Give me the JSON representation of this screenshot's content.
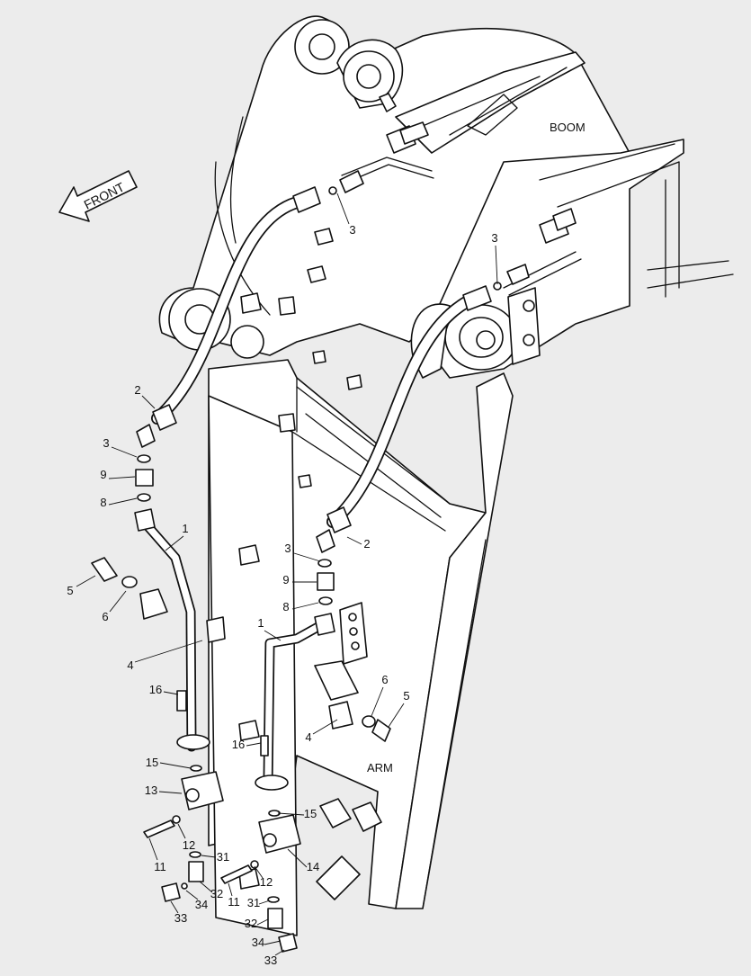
{
  "diagram": {
    "arrow_label": "FRONT",
    "region_labels": {
      "boom": "BOOM",
      "arm": "ARM"
    },
    "callouts": [
      {
        "id": "c1",
        "label": "3"
      },
      {
        "id": "c2",
        "label": "3"
      },
      {
        "id": "c3",
        "label": "2"
      },
      {
        "id": "c4",
        "label": "3"
      },
      {
        "id": "c5",
        "label": "9"
      },
      {
        "id": "c6",
        "label": "8"
      },
      {
        "id": "c7",
        "label": "1"
      },
      {
        "id": "c8",
        "label": "5"
      },
      {
        "id": "c9",
        "label": "6"
      },
      {
        "id": "c10",
        "label": "4"
      },
      {
        "id": "c11",
        "label": "16"
      },
      {
        "id": "c12",
        "label": "15"
      },
      {
        "id": "c13",
        "label": "13"
      },
      {
        "id": "c14",
        "label": "11"
      },
      {
        "id": "c15",
        "label": "12"
      },
      {
        "id": "c16",
        "label": "31"
      },
      {
        "id": "c17",
        "label": "32"
      },
      {
        "id": "c18",
        "label": "33"
      },
      {
        "id": "c19",
        "label": "34"
      },
      {
        "id": "c20",
        "label": "2"
      },
      {
        "id": "c21",
        "label": "3"
      },
      {
        "id": "c22",
        "label": "9"
      },
      {
        "id": "c23",
        "label": "8"
      },
      {
        "id": "c24",
        "label": "1"
      },
      {
        "id": "c25",
        "label": "6"
      },
      {
        "id": "c26",
        "label": "5"
      },
      {
        "id": "c27",
        "label": "4"
      },
      {
        "id": "c28",
        "label": "16"
      },
      {
        "id": "c29",
        "label": "15"
      },
      {
        "id": "c30",
        "label": "14"
      },
      {
        "id": "c31",
        "label": "12"
      },
      {
        "id": "c32",
        "label": "11"
      },
      {
        "id": "c33",
        "label": "31"
      },
      {
        "id": "c34",
        "label": "32"
      },
      {
        "id": "c35",
        "label": "34"
      },
      {
        "id": "c36",
        "label": "33"
      }
    ]
  }
}
